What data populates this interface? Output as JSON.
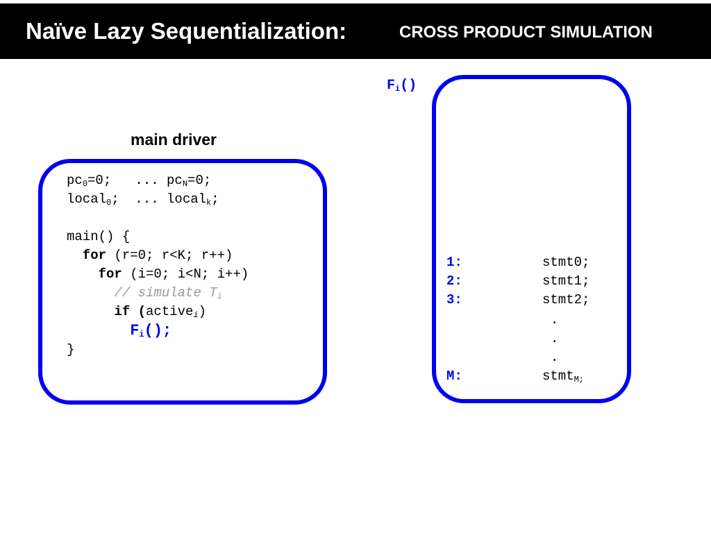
{
  "header": {
    "title": "Naïve Lazy Sequentialization:",
    "subtitle": "CROSS PRODUCT SIMULATION"
  },
  "driver": {
    "label": "main driver",
    "line1_a": "pc",
    "line1_sub0": "0",
    "line1_b": "=0;   ... pc",
    "line1_subN": "N",
    "line1_c": "=0;",
    "line2_a": "local",
    "line2_sub0": "0",
    "line2_b": ";  ... local",
    "line2_subk": "k",
    "line2_c": ";",
    "main_decl": "main() {",
    "for_kw": "for",
    "for_outer_rest": " (r=0; r<K; r++)",
    "for_inner_rest": " (i=0; i<N; i++)",
    "comment": "// simulate T",
    "comment_sub": "i",
    "if_kw": "if (",
    "if_var": "active",
    "if_sub": "i",
    "if_close": ")",
    "call_name": "F",
    "call_sub": "i",
    "call_rest": "();",
    "close_brace": "}"
  },
  "function_box": {
    "label_name": "F",
    "label_sub": "i",
    "label_rest": "()",
    "rows": [
      {
        "num": "1:",
        "stmt": "stmt0;"
      },
      {
        "num": "2:",
        "stmt": "stmt1;"
      },
      {
        "num": "3:",
        "stmt": "stmt2;"
      }
    ],
    "dots": [
      ".",
      ".",
      "."
    ],
    "last_num": "M:",
    "last_stmt": "stmt",
    "last_sub": "M;"
  },
  "colors": {
    "accent": "#0000ee",
    "header_bg": "#000000",
    "comment": "#999999"
  }
}
